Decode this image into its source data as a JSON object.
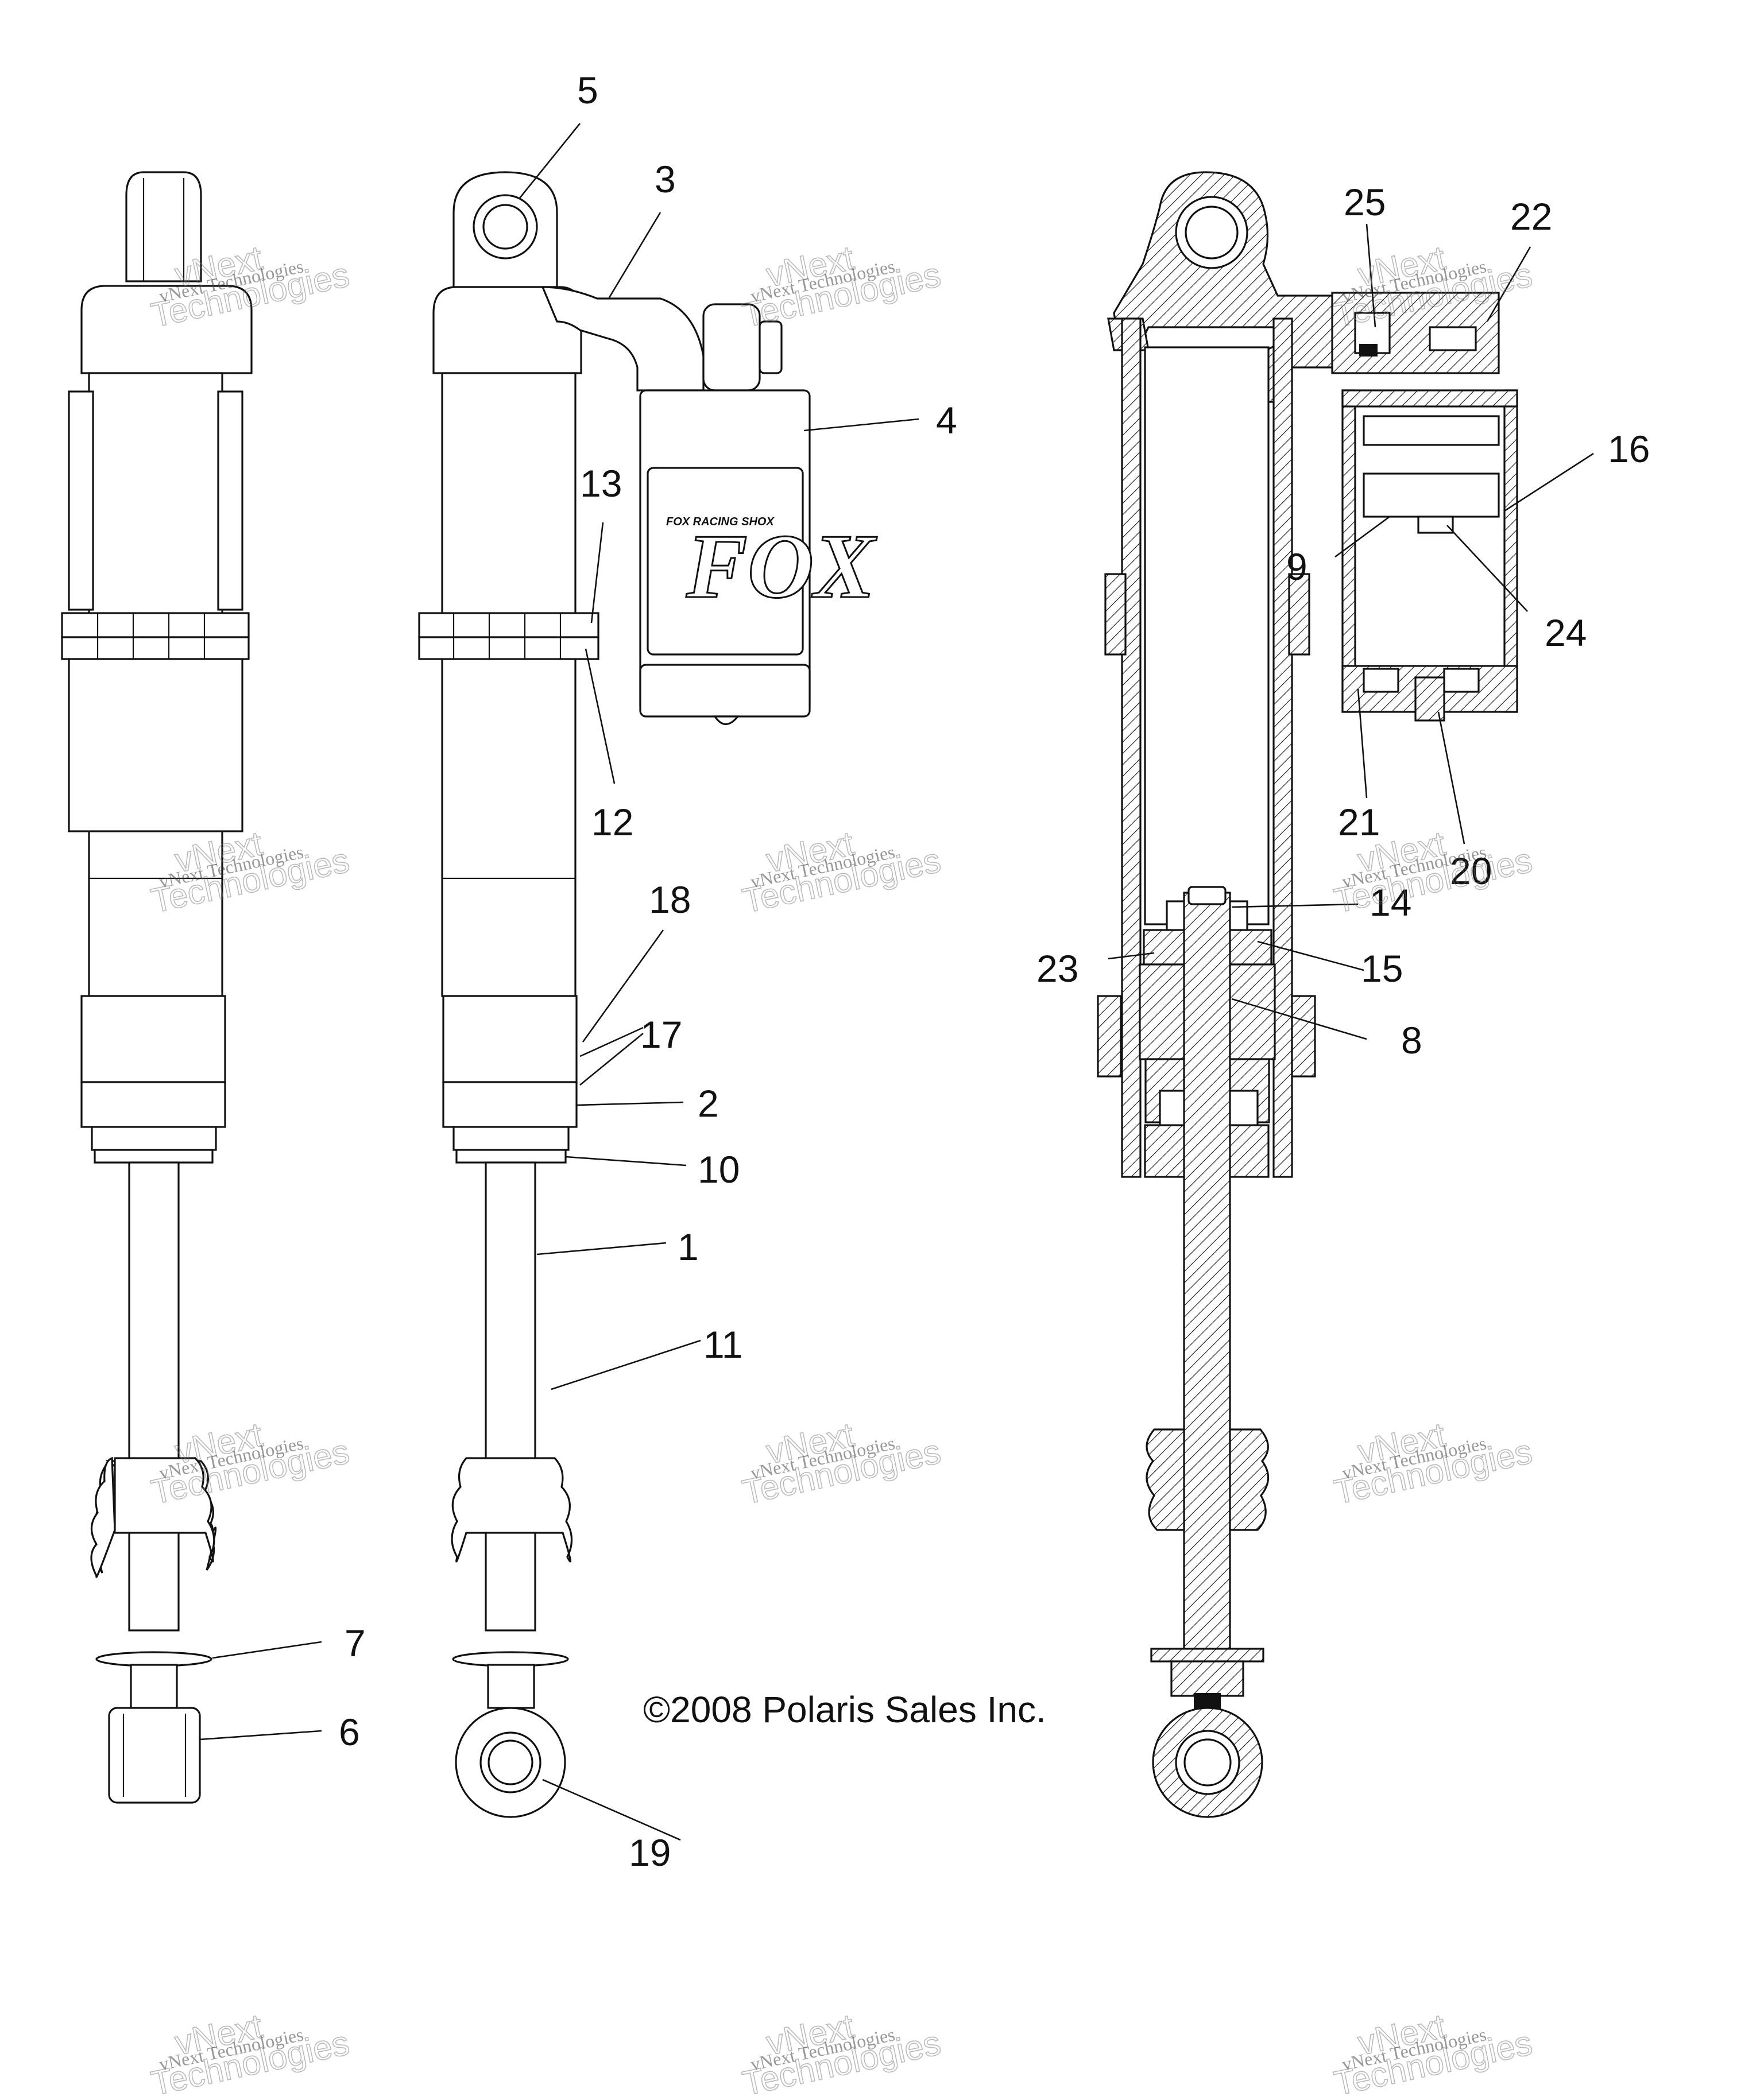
{
  "copyright": "©2008 Polaris Sales Inc.",
  "brand_mark": "FOX",
  "watermark": {
    "line1": "vNext Technologies",
    "line2": "Technologies",
    "prefix": "vNext"
  },
  "callouts": {
    "c1": "1",
    "c2": "2",
    "c3": "3",
    "c4": "4",
    "c5": "5",
    "c6": "6",
    "c7": "7",
    "c8": "8",
    "c9": "9",
    "c10": "10",
    "c11": "11",
    "c12": "12",
    "c13": "13",
    "c14": "14",
    "c15": "15",
    "c16": "16",
    "c17": "17",
    "c18": "18",
    "c19": "19",
    "c20": "20",
    "c21": "21",
    "c22": "22",
    "c23": "23",
    "c24": "24",
    "c25": "25"
  }
}
